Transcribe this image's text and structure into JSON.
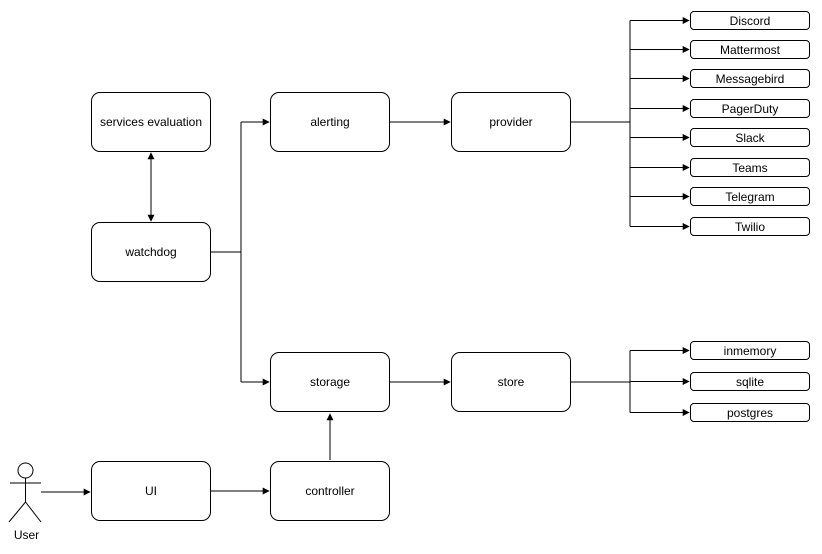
{
  "diagram": {
    "nodes": {
      "services_evaluation": "services evaluation",
      "alerting": "alerting",
      "provider": "provider",
      "watchdog": "watchdog",
      "storage": "storage",
      "store": "store",
      "ui": "UI",
      "controller": "controller"
    },
    "actor_label": "User",
    "provider_targets": [
      "Discord",
      "Mattermost",
      "Messagebird",
      "PagerDuty",
      "Slack",
      "Teams",
      "Telegram",
      "Twilio"
    ],
    "store_targets": [
      "inmemory",
      "sqlite",
      "postgres"
    ],
    "edges": [
      {
        "from": "services_evaluation",
        "to": "watchdog",
        "bidirectional": true
      },
      {
        "from": "watchdog",
        "to": "alerting"
      },
      {
        "from": "watchdog",
        "to": "storage"
      },
      {
        "from": "alerting",
        "to": "provider"
      },
      {
        "from": "provider",
        "to": "Discord"
      },
      {
        "from": "provider",
        "to": "Mattermost"
      },
      {
        "from": "provider",
        "to": "Messagebird"
      },
      {
        "from": "provider",
        "to": "PagerDuty"
      },
      {
        "from": "provider",
        "to": "Slack"
      },
      {
        "from": "provider",
        "to": "Teams"
      },
      {
        "from": "provider",
        "to": "Telegram"
      },
      {
        "from": "provider",
        "to": "Twilio"
      },
      {
        "from": "storage",
        "to": "store"
      },
      {
        "from": "store",
        "to": "inmemory"
      },
      {
        "from": "store",
        "to": "sqlite"
      },
      {
        "from": "store",
        "to": "postgres"
      },
      {
        "from": "User",
        "to": "ui"
      },
      {
        "from": "ui",
        "to": "controller"
      },
      {
        "from": "controller",
        "to": "storage"
      }
    ],
    "colors": {
      "stroke": "#000000",
      "node_fill": "#ffffff",
      "background": "#ffffff"
    }
  }
}
